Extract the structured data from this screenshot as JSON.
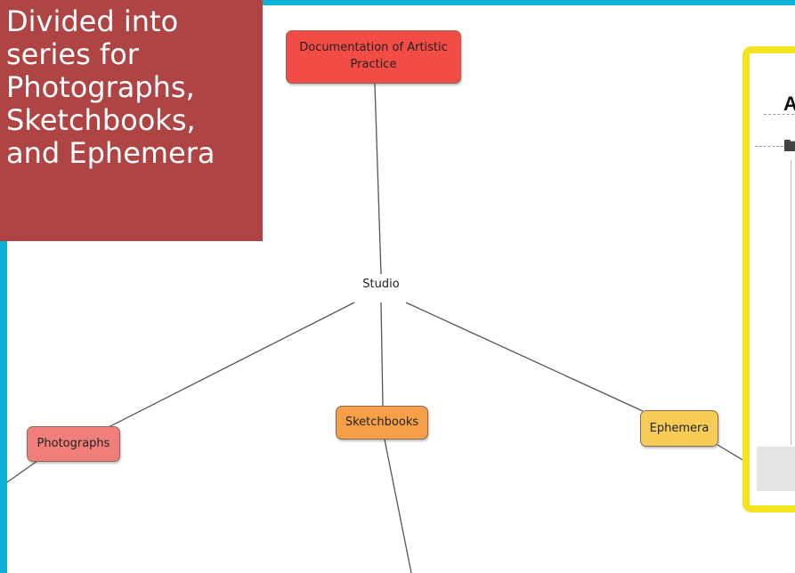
{
  "callout": {
    "lines": [
      "Divided into",
      "series for",
      "Photographs,",
      "Sketchbooks,",
      "and Ephemera"
    ]
  },
  "diagram": {
    "center": "Studio",
    "nodes": {
      "documentation": {
        "lines": [
          "Documentation of Artistic",
          "Practice"
        ],
        "color": "#f34c46"
      },
      "photographs": {
        "label": "Photographs",
        "color": "#f07f7b"
      },
      "sketchbooks": {
        "label": "Sketchbooks",
        "color": "#f5a048"
      },
      "ephemera": {
        "label": "Ephemera",
        "color": "#f6cc54"
      }
    }
  },
  "panel": {
    "letter": "A",
    "border_color": "#f3e41f",
    "icon": "folder-icon"
  },
  "frame": {
    "accent": "#0fb0d6"
  }
}
